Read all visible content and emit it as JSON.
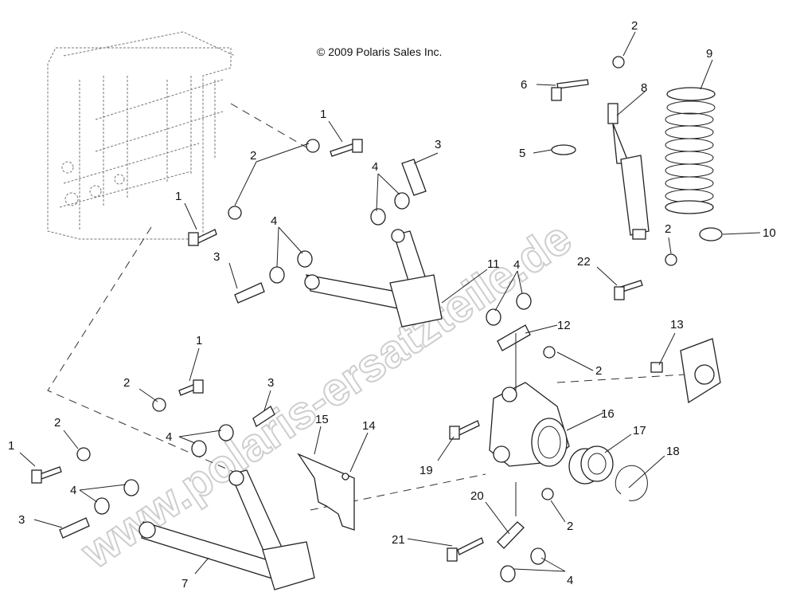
{
  "copyright": "© 2009 Polaris Sales Inc.",
  "watermark": "www.polaris-ersatzteile.de",
  "labels": [
    {
      "id": "l1",
      "text": "1"
    },
    {
      "id": "l2",
      "text": "1"
    },
    {
      "id": "l3",
      "text": "1"
    },
    {
      "id": "l4",
      "text": "1"
    },
    {
      "id": "l5",
      "text": "2"
    },
    {
      "id": "l6",
      "text": "2"
    },
    {
      "id": "l7",
      "text": "2"
    },
    {
      "id": "l8",
      "text": "2"
    },
    {
      "id": "l9",
      "text": "2"
    },
    {
      "id": "l10",
      "text": "2"
    },
    {
      "id": "l11",
      "text": "2"
    },
    {
      "id": "l12",
      "text": "3"
    },
    {
      "id": "l13",
      "text": "3"
    },
    {
      "id": "l14",
      "text": "3"
    },
    {
      "id": "l15",
      "text": "3"
    },
    {
      "id": "l16",
      "text": "4"
    },
    {
      "id": "l17",
      "text": "4"
    },
    {
      "id": "l18",
      "text": "4"
    },
    {
      "id": "l19",
      "text": "4"
    },
    {
      "id": "l20",
      "text": "4"
    },
    {
      "id": "l21",
      "text": "4"
    },
    {
      "id": "l22",
      "text": "5"
    },
    {
      "id": "l23",
      "text": "6"
    },
    {
      "id": "l24",
      "text": "7"
    },
    {
      "id": "l25",
      "text": "8"
    },
    {
      "id": "l26",
      "text": "9"
    },
    {
      "id": "l27",
      "text": "10"
    },
    {
      "id": "l28",
      "text": "11"
    },
    {
      "id": "l29",
      "text": "12"
    },
    {
      "id": "l30",
      "text": "13"
    },
    {
      "id": "l31",
      "text": "14"
    },
    {
      "id": "l32",
      "text": "15"
    },
    {
      "id": "l33",
      "text": "16"
    },
    {
      "id": "l34",
      "text": "17"
    },
    {
      "id": "l35",
      "text": "18"
    },
    {
      "id": "l36",
      "text": "19"
    },
    {
      "id": "l37",
      "text": "20"
    },
    {
      "id": "l38",
      "text": "21"
    },
    {
      "id": "l39",
      "text": "22"
    }
  ]
}
